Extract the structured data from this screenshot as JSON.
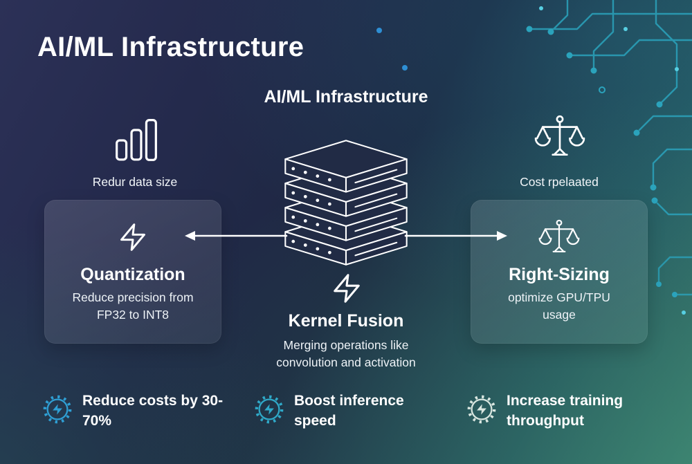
{
  "title": "AI/ML Infrastructure",
  "center": {
    "node_title": "AI/ML Infrastructure",
    "heading": "Kernel Fusion",
    "description": "Merging operations like convolution and activation"
  },
  "left_branch": {
    "caption": "Redur data size",
    "card": {
      "heading": "Quantization",
      "description": "Reduce precision from FP32 to INT8"
    }
  },
  "right_branch": {
    "caption": "Cost rpelaated",
    "card": {
      "heading": "Right-Sizing",
      "description": "optimize GPU/TPU usage"
    }
  },
  "benefits": [
    {
      "icon": "gear-bolt-icon",
      "label": "Reduce costs by 30-70%",
      "color": "#2f9fd4"
    },
    {
      "icon": "gear-bolt-icon",
      "label": "Boost inference speed",
      "color": "#2fa9c8"
    },
    {
      "icon": "gear-bolt-icon",
      "label": "Increase training throughput",
      "color": "#d9e6e0"
    }
  ],
  "icons": {
    "left_branch": "bar-chart-icon",
    "right_branch": "scale-icon",
    "center_node": "server-stack-icon",
    "fusion": "lightning-icon"
  },
  "colors": {
    "background_navy": "#242a4c",
    "background_teal": "#37746a",
    "circuit_teal": "#2ba3bc",
    "card_background": "rgba(255,255,255,0.10)",
    "text": "#ffffff"
  }
}
